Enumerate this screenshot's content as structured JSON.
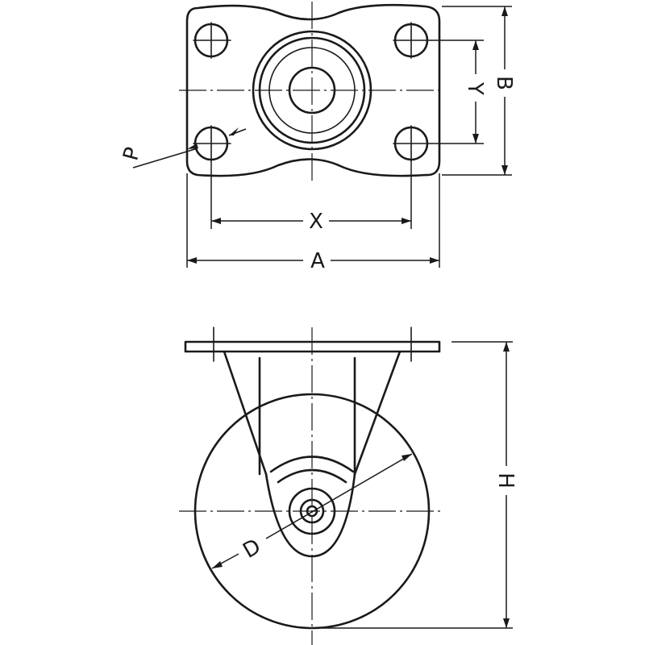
{
  "drawing": {
    "labels": {
      "P": "P",
      "X": "X",
      "A": "A",
      "Y": "Y",
      "B": "B",
      "D": "D",
      "H": "H"
    },
    "line_color": "#1a1a1a",
    "background": "#ffffff"
  }
}
